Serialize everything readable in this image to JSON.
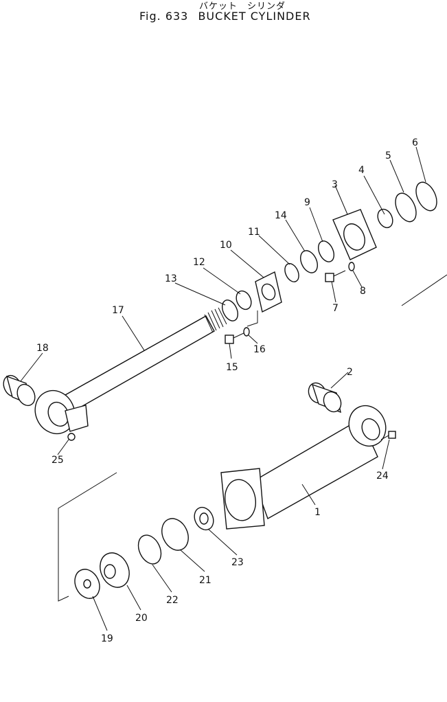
{
  "header": {
    "japanese": "バケット　シリンダ",
    "fig": "Fig. 633",
    "title": "BUCKET CYLINDER"
  },
  "callouts": [
    {
      "num": "1"
    },
    {
      "num": "2"
    },
    {
      "num": "3"
    },
    {
      "num": "4"
    },
    {
      "num": "5"
    },
    {
      "num": "6"
    },
    {
      "num": "7"
    },
    {
      "num": "8"
    },
    {
      "num": "9"
    },
    {
      "num": "10"
    },
    {
      "num": "11"
    },
    {
      "num": "12"
    },
    {
      "num": "13"
    },
    {
      "num": "14"
    },
    {
      "num": "15"
    },
    {
      "num": "16"
    },
    {
      "num": "17"
    },
    {
      "num": "18"
    },
    {
      "num": "19"
    },
    {
      "num": "20"
    },
    {
      "num": "21"
    },
    {
      "num": "22"
    },
    {
      "num": "23"
    },
    {
      "num": "24"
    },
    {
      "num": "25"
    }
  ]
}
